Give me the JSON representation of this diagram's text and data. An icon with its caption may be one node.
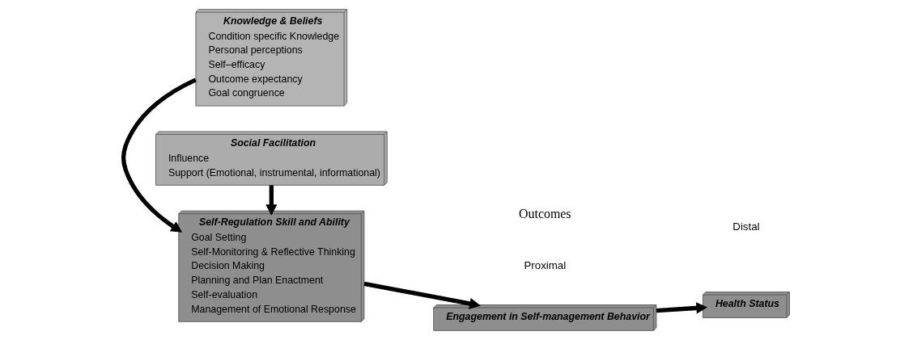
{
  "diagram": {
    "nodes": [
      {
        "text": [
          "Knowledge & Beliefs",
          "Condition specific Knowledge",
          "Personal perceptions",
          "Self–efficacy",
          "Outcome expectancy",
          "Goal congruence"
        ]
      },
      {
        "text": [
          "Self-Regulation Skill and Ability",
          "Goal Setting",
          "Self-Monitoring & Reflective Thinking",
          "Decision Making",
          "Planning and Plan Enactment",
          "Self-evaluation",
          "Management of Emotional Response"
        ]
      },
      {
        "text": [
          "Social Facilitation",
          "Influence",
          "Support (Emotional, instrumental, informational)"
        ]
      },
      {
        "text": [
          "Engagement in Self-management Behavior"
        ]
      },
      {
        "text": [
          "Health Status"
        ]
      }
    ],
    "edges": [
      {
        "from": 0,
        "to": 1,
        "arrow": "to"
      },
      {
        "from": 2,
        "to": 1,
        "arrow": "to"
      },
      {
        "from": 1,
        "to": 3,
        "arrow": "to"
      },
      {
        "from": 3,
        "to": 4,
        "arrow": "to"
      }
    ],
    "labels": [
      "Outcomes",
      "Proximal",
      "Distal"
    ]
  }
}
